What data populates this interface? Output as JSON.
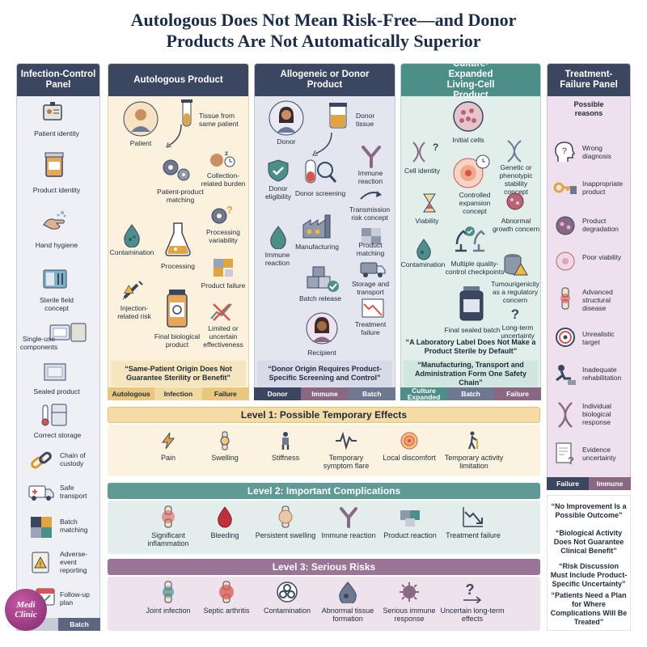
{
  "title": {
    "line1": "Autologous Does Not Mean Risk-Free—and Donor",
    "line2": "Products Are Not Automatically Superior"
  },
  "infection_panel": {
    "header": "Infection-Control Panel",
    "items": [
      "Patient identity",
      "Product identity",
      "Hand hygiene",
      "Sterile field concept",
      "Single-use components",
      "Sealed product",
      "Correct storage",
      "Chain of custody",
      "Safe transport",
      "Batch matching",
      "Adverse-event reporting",
      "Follow-up plan"
    ],
    "footer": "Batch"
  },
  "autologous": {
    "header": "Autologous Product",
    "patient": "Patient",
    "tissue": "Tissue from same patient",
    "matching": "Patient-product matching",
    "collection": "Collection-related burden",
    "processing_var": "Processing variability",
    "contamination": "Contamination",
    "processing": "Processing",
    "injection": "Injection-related risk",
    "product_failure": "Product failure",
    "final": "Final biological product",
    "limited": "Limited or uncertain effectiveness",
    "quote": "“Same-Patient Origin Does Not Guarantee Sterility or Benefit”",
    "tags": [
      "Autologous",
      "Infection",
      "Failure"
    ]
  },
  "allogeneic": {
    "header": "Allogeneic or Donor Product",
    "donor": "Donor",
    "donor_tissue": "Donor tissue",
    "eligibility": "Donor eligibility",
    "screening": "Donor screening",
    "immune": "Immune reaction",
    "transmission": "Transmission risk concept",
    "manufacturing": "Manufacturing",
    "immune2": "Immune reaction",
    "matching": "Product matching",
    "batch": "Batch release",
    "storage": "Storage and transport",
    "recipient": "Recipient",
    "failure": "Treatment failure",
    "quote": "“Donor Origin Requires Product-Specific Screening and Control”",
    "tags": [
      "Donor",
      "Immune",
      "Batch"
    ]
  },
  "culture": {
    "header": "Culture-Expanded Living-Cell Product",
    "initial": "Initial cells",
    "identity": "Cell identity",
    "genetic": "Genetic or phenotypic stability concept",
    "controlled": "Controlled expansion concept",
    "viability": "Viability",
    "abnormal": "Abnormal growth concern",
    "contamination": "Contamination",
    "checkpoints": "Multiple quality-control checkpoints",
    "tumour": "Tumourigenicity as a regulatory concern",
    "final": "Final sealed batch",
    "longterm": "Long-term uncertainty",
    "quote1": "“A Laboratory Label Does Not Make a Product Sterile by Default”",
    "quote2": "“Manufacturing, Transport and Administration Form One Safety Chain”",
    "tags": [
      "Culture Expanded",
      "Batch",
      "Failure"
    ]
  },
  "treatment_failure": {
    "header": "Treatment-Failure Panel",
    "subhead": "Possible reasons",
    "items": [
      "Wrong diagnosis",
      "Inappropriate product",
      "Product degradation",
      "Poor viability",
      "Advanced structural disease",
      "Unrealistic target",
      "Inadequate rehabilitation",
      "Individual biological response",
      "Evidence uncertainty"
    ],
    "tags": [
      "Failure",
      "Immune"
    ]
  },
  "quotes": [
    "“No Improvement Is a Possible Outcome”",
    "“Biological Activity Does Not Guarantee Clinical Benefit”",
    "“Risk Discussion Must Include Product-Specific Uncertainty”",
    "“Patients Need a Plan for Where Complications Will Be Treated”"
  ],
  "level1": {
    "title": "Level 1: Possible Temporary Effects",
    "items": [
      "Pain",
      "Swelling",
      "Stiffness",
      "Temporary symptom flare",
      "Local discomfort",
      "Temporary activity limitation"
    ]
  },
  "level2": {
    "title": "Level 2: Important Complications",
    "items": [
      "Significant inflammation",
      "Bleeding",
      "Persistent swelling",
      "Immune reaction",
      "Product reaction",
      "Treatment failure"
    ]
  },
  "level3": {
    "title": "Level 3: Serious Risks",
    "items": [
      "Joint infection",
      "Septic arthritis",
      "Contamination",
      "Abnormal tissue formation",
      "Serious immune response",
      "Uncertain long-term effects"
    ]
  },
  "logo": {
    "line1": "Medi",
    "line2": "Clinic"
  },
  "colors": {
    "navy": "#3b4660",
    "teal": "#4c8e88",
    "mauve": "#8a6884",
    "gold": "#e9c77f",
    "autologous_bg": "#fbf1dc",
    "donor_bg": "#e3e6ef",
    "culture_bg": "#e1eeea",
    "failure_bg": "#eee0ec"
  }
}
